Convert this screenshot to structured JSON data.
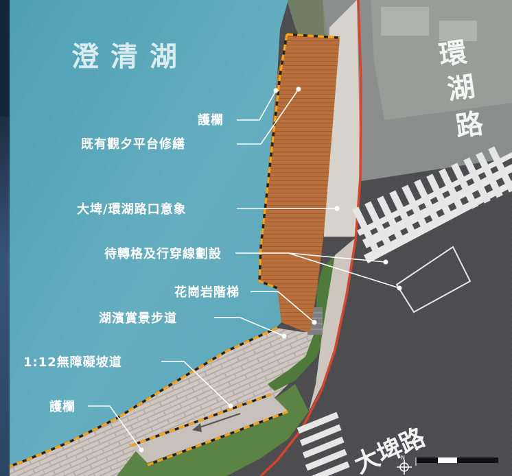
{
  "map": {
    "lake_name": "澄清湖",
    "road_huanhu": "環湖路",
    "road_dapi": "大埤路",
    "north_symbol": "N"
  },
  "callouts": [
    {
      "id": "guardrail-top",
      "label": "護欄"
    },
    {
      "id": "platform",
      "label": "既有觀夕平台修繕"
    },
    {
      "id": "intersection",
      "label": "大埤/環湖路口意象"
    },
    {
      "id": "crosswalk",
      "label": "待轉格及行穿線劃設"
    },
    {
      "id": "granite-stairs",
      "label": "花崗岩階梯"
    },
    {
      "id": "lakeside-walk",
      "label": "湖濱賞景步道"
    },
    {
      "id": "ramp",
      "label": "1:12無障礙坡道"
    },
    {
      "id": "guardrail-bottom",
      "label": "護欄"
    }
  ],
  "colors": {
    "lake": "#5fa9bb",
    "deck": "#b86f3b",
    "asphalt": "#4f4f52",
    "road_edge": "#d8432c",
    "guardrail": "#f2a41a",
    "paving": "#cbc4bf",
    "grass": "#4e7b3a"
  }
}
